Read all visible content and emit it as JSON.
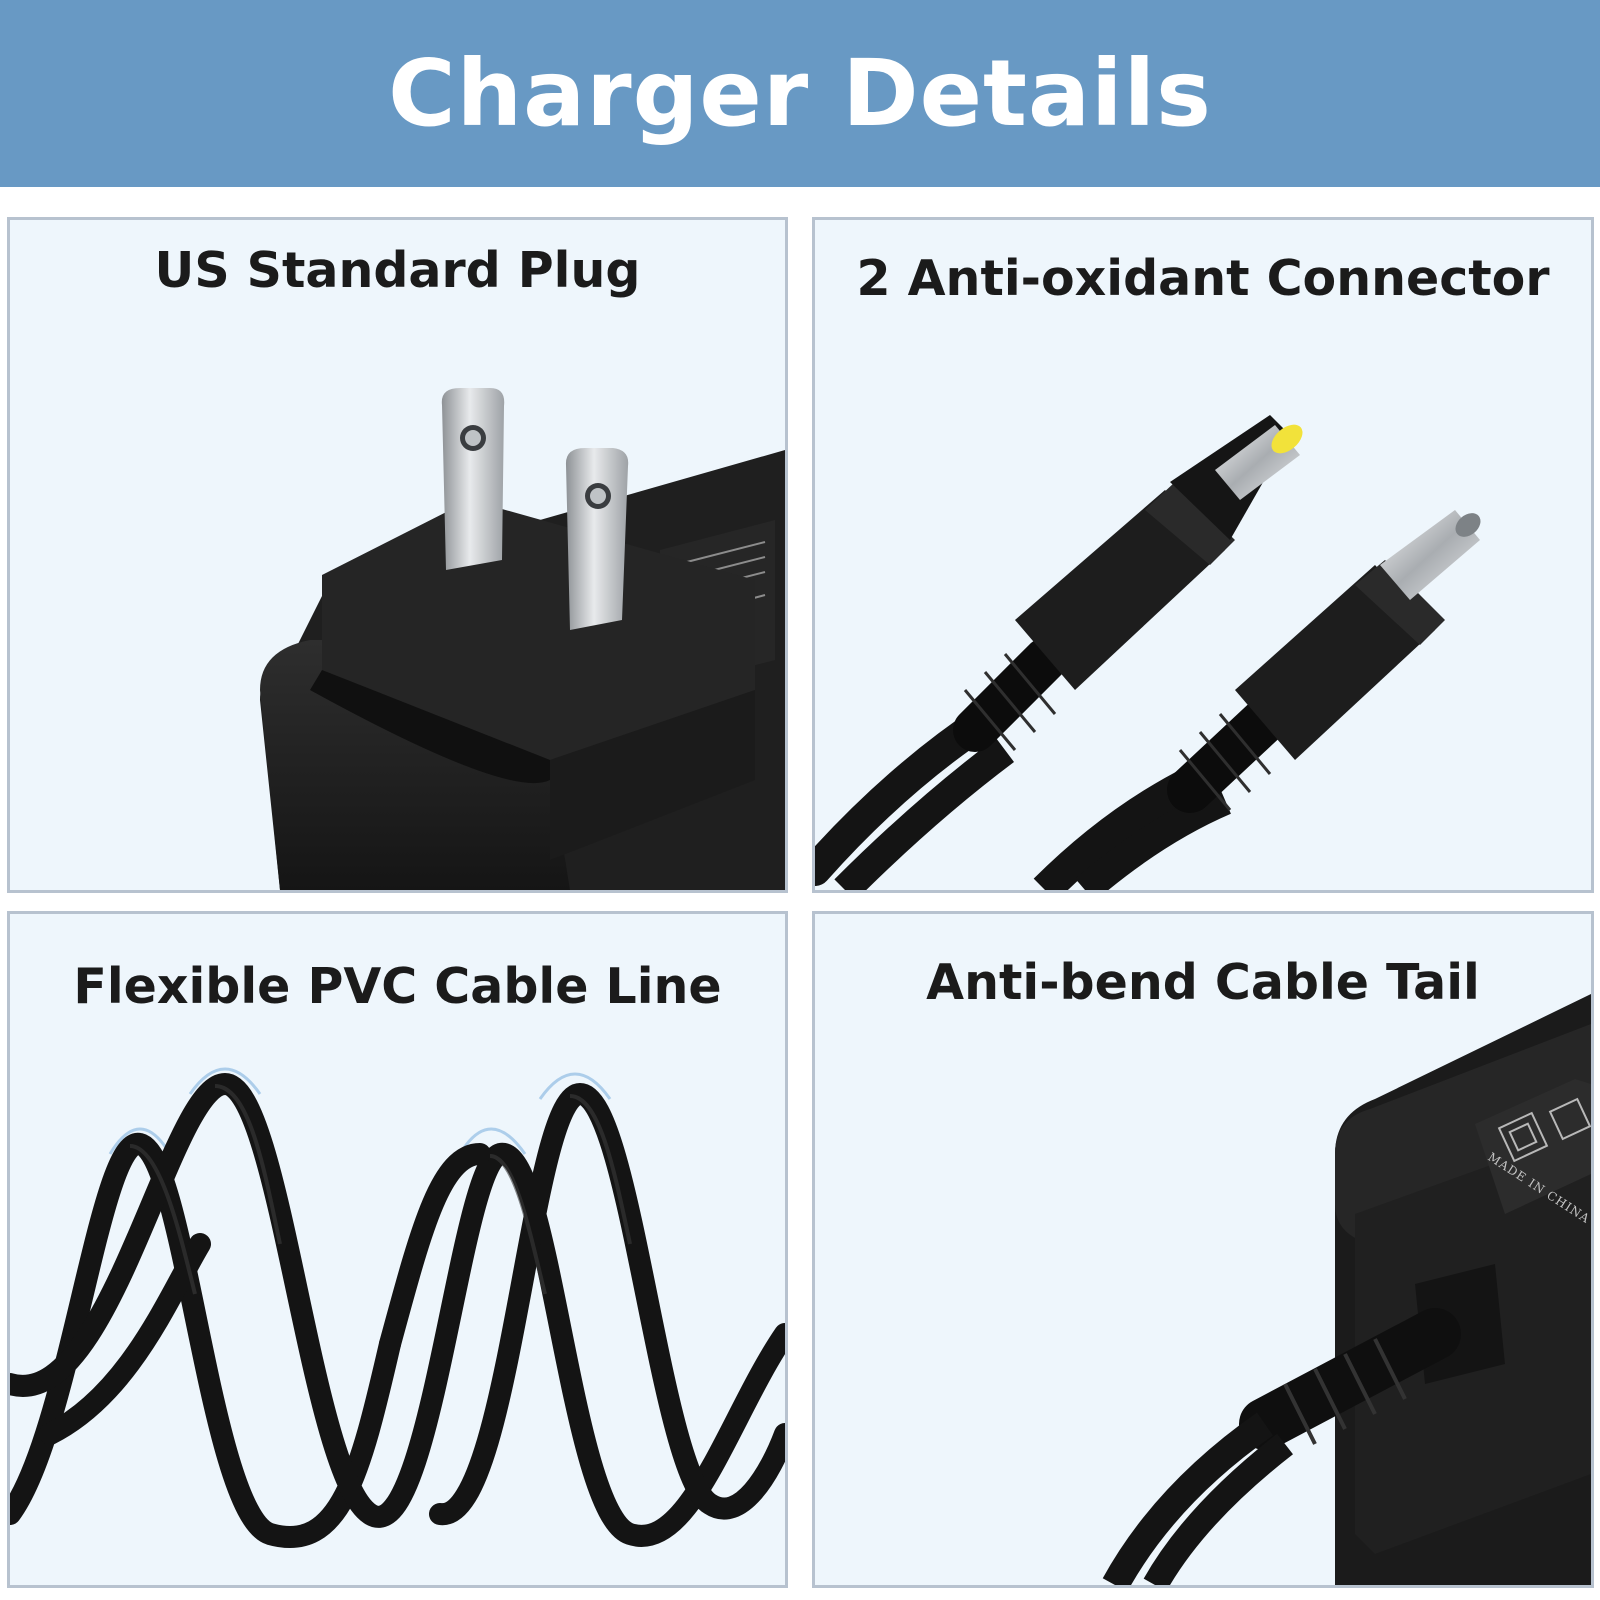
{
  "header": {
    "title": "Charger Details"
  },
  "panels": [
    {
      "caption": "US Standard Plug"
    },
    {
      "caption": "2 Anti-oxidant Connector"
    },
    {
      "caption": "Flexible PVC Cable Line"
    },
    {
      "caption": "Anti-bend Cable Tail"
    }
  ],
  "labels": {
    "made_in": "MADE IN CHINA"
  },
  "colors": {
    "banner": "#6899c4",
    "panel_bg": "#eef6fc",
    "panel_border": "#b7c2cf",
    "caption": "#1b1b1b",
    "product": "#1c1c1c",
    "connector_tip": "#f2e23a"
  }
}
